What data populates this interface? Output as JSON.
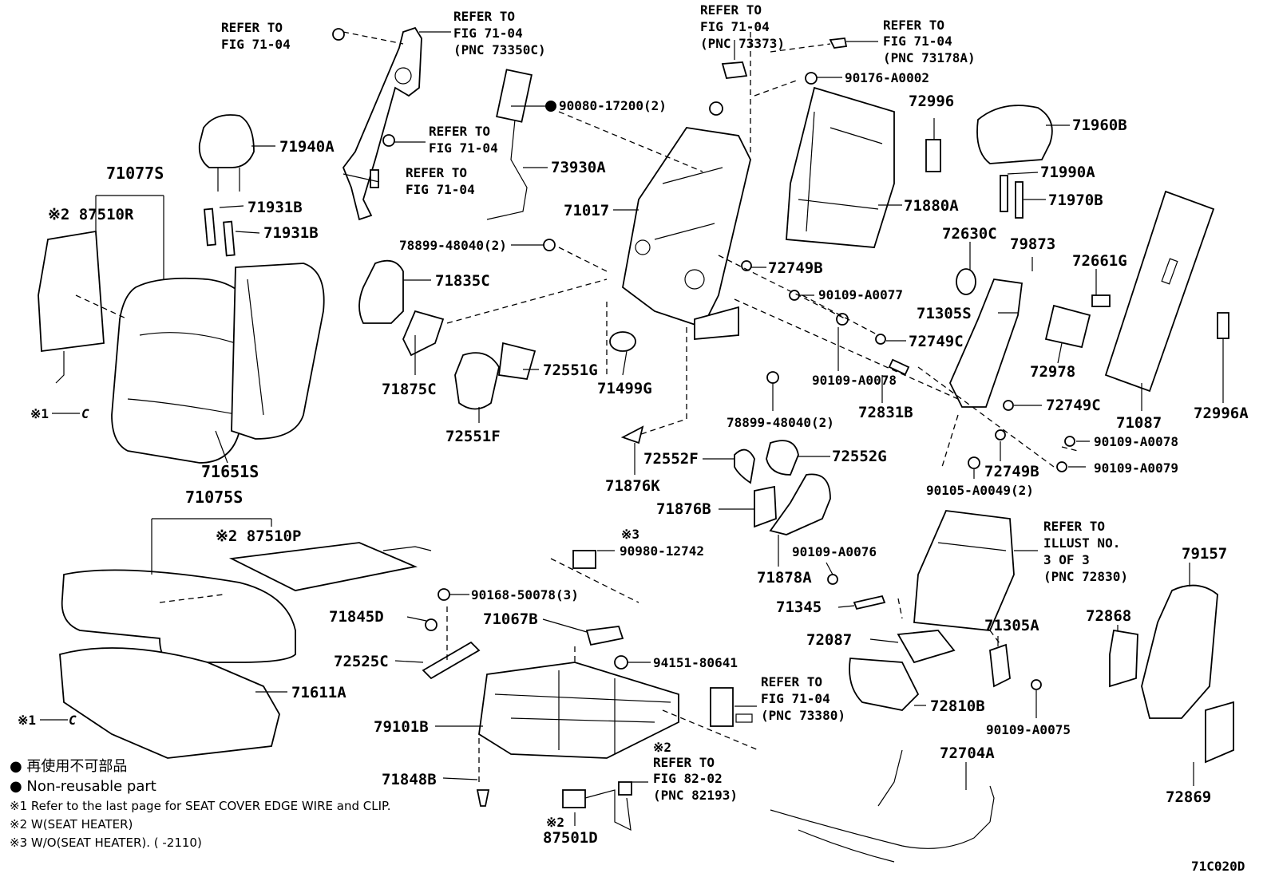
{
  "diagram_id": "71C020D",
  "labels": {
    "p71077s": "71077S",
    "p87510r": "※2 87510R",
    "p71940a": "71940A",
    "p71931b_1": "71931B",
    "p71931b_2": "71931B",
    "p71651s": "71651S",
    "p71075s": "71075S",
    "p87510p": "※2 87510P",
    "p71611a": "71611A",
    "p71835c": "71835C",
    "p71875c": "71875C",
    "p72551g": "72551G",
    "p72551f": "72551F",
    "p71499g": "71499G",
    "p73930a": "73930A",
    "p90080": "90080-17200(2)",
    "p71017": "71017",
    "p78899_1": "78899-48040(2)",
    "p78899_2": "78899-48040(2)",
    "p71876k": "71876K",
    "p72552f": "72552F",
    "p72552g": "72552G",
    "p71876b": "71876B",
    "p71878a": "71878A",
    "p90176": "90176-A0002",
    "p71880a": "71880A",
    "p72996": "72996",
    "p72749b_1": "72749B",
    "p90109_a0077": "90109-A0077",
    "p72749c_1": "72749C",
    "p90109_a0078_1": "90109-A0078",
    "p72831b": "72831B",
    "p71305s": "71305S",
    "p72630c": "72630C",
    "p79873": "79873",
    "p72661g": "72661G",
    "p72978": "72978",
    "p72749c_2": "72749C",
    "p72749b_2": "72749B",
    "p90105": "90105-A0049(2)",
    "p90109_a0078_2": "90109-A0078",
    "p90109_a0079": "90109-A0079",
    "p71960b": "71960B",
    "p71990a": "71990A",
    "p71970b": "71970B",
    "p71087": "71087",
    "p72996a": "72996A",
    "p90980": "90980-12742",
    "p90980_mark": "※3",
    "p90168": "90168-50078(3)",
    "p71845d": "71845D",
    "p71067b": "71067B",
    "p94151": "94151-80641",
    "p72525c": "72525C",
    "p79101b": "79101B",
    "p71848b": "71848B",
    "p87501d": "87501D",
    "p87501d_mark": "※2",
    "p90109_a0076": "90109-A0076",
    "p71345": "71345",
    "p72087": "72087",
    "p72810b": "72810B",
    "p71305a": "71305A",
    "p90109_a0075": "90109-A0075",
    "p72704a": "72704A",
    "p79157": "79157",
    "p72868": "72868",
    "p72869": "72869",
    "clip1_top": "※1",
    "clip1_bottom": "※1"
  },
  "refs": {
    "r1": [
      "REFER TO",
      "FIG 71-04"
    ],
    "r2": [
      "REFER TO",
      "FIG 71-04",
      "(PNC 73350C)"
    ],
    "r3": [
      "REFER TO",
      "FIG 71-04"
    ],
    "r4": [
      "REFER TO",
      "FIG 71-04"
    ],
    "r5": [
      "REFER TO",
      "FIG 71-04",
      "(PNC 73373)"
    ],
    "r6": [
      "REFER TO",
      "FIG 71-04",
      "(PNC 73178A)"
    ],
    "r7": [
      "REFER TO",
      "ILLUST NO.",
      "3 OF 3",
      "(PNC 72830)"
    ],
    "r8": [
      "REFER TO",
      "FIG 71-04",
      "(PNC 73380)"
    ],
    "r9": [
      "※2",
      "REFER TO",
      "FIG 82-02",
      "(PNC 82193)"
    ]
  },
  "legend": {
    "jp": "● 再使用不可部品",
    "en": "● Non-reusable part",
    "n1": "※1  Refer to the last page for SEAT COVER EDGE WIRE and CLIP.",
    "n2": "※2  W(SEAT HEATER)",
    "n3": "※3  W/O(SEAT HEATER). (        -2110)"
  },
  "clip_glyph": "C"
}
